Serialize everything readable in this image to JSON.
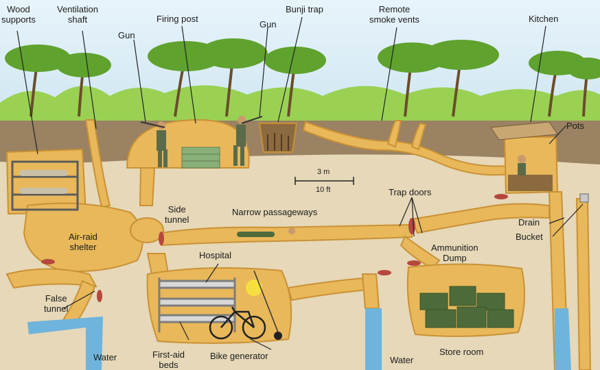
{
  "labels": {
    "wood_supports": [
      "Wood",
      "supports"
    ],
    "ventilation_shaft": [
      "Ventilation",
      "shaft"
    ],
    "gun_left": "Gun",
    "firing_post": "Firing post",
    "gun_right": "Gun",
    "bunji_trap": "Bunji trap",
    "remote_smoke_vents": [
      "Remote",
      "smoke vents"
    ],
    "kitchen": "Kitchen",
    "pots": "Pots",
    "scale_m": "3 m",
    "scale_ft": "10 ft",
    "trap_doors": "Trap doors",
    "side_tunnel": [
      "Side",
      "tunnel"
    ],
    "narrow_passageways": "Narrow passageways",
    "air_raid_shelter": [
      "Air-raid",
      "shelter"
    ],
    "drain": "Drain",
    "bucket": "Bucket",
    "ammunition_dump": [
      "Ammunition",
      "Dump"
    ],
    "hospital": "Hospital",
    "false_tunnel": [
      "False",
      "tunnel"
    ],
    "water_left": "Water",
    "first_aid_beds": [
      "First-aid",
      "beds"
    ],
    "bike_generator": "Bike generator",
    "water_mid": "Water",
    "store_room": "Store room"
  },
  "colors": {
    "sky": "#dceef7",
    "jungle": "#8fcf4a",
    "palm": "#5a9e2c",
    "topsoil": "#9a8262",
    "earth": "#e6d8b8",
    "tunnel": "#e8b85a",
    "tunnel_edge": "#c99135",
    "water": "#6fb4dc",
    "crates": "#4d6b3a",
    "leader": "#222222"
  }
}
